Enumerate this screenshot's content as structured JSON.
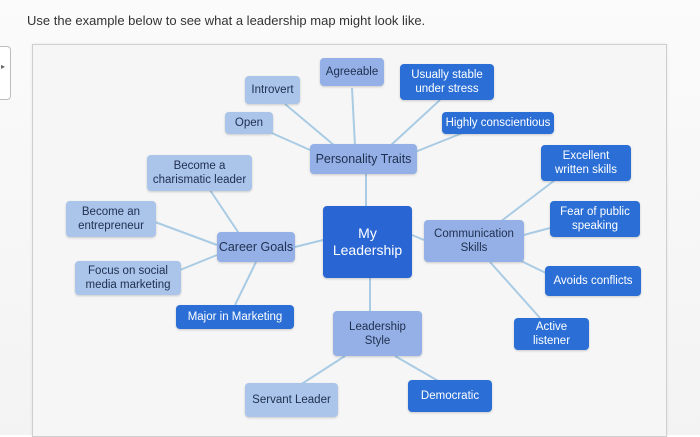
{
  "instruction": "Use the example below to see what a leadership map might look like.",
  "map": {
    "center": "My\nLeadership",
    "branches": {
      "personality_traits": "Personality Traits",
      "career_goals": "Career Goals",
      "communication_skills": "Communication\nSkills",
      "leadership_style": "Leadership\nStyle"
    },
    "traits": {
      "agreeable": "Agreeable",
      "introvert": "Introvert",
      "usually_stable": "Usually stable\nunder stress",
      "open": "Open",
      "highly_conscientious": "Highly conscientious"
    },
    "goals": {
      "charismatic": "Become a\ncharismatic leader",
      "entrepreneur": "Become an\nentrepreneur",
      "social_media": "Focus on social\nmedia marketing",
      "marketing_major": "Major in Marketing"
    },
    "communication": {
      "written": "Excellent\nwritten skills",
      "public_speaking": "Fear of public\nspeaking",
      "avoids_conflicts": "Avoids conflicts",
      "active_listener": "Active\nlistener"
    },
    "style": {
      "servant": "Servant Leader",
      "democratic": "Democratic"
    }
  }
}
